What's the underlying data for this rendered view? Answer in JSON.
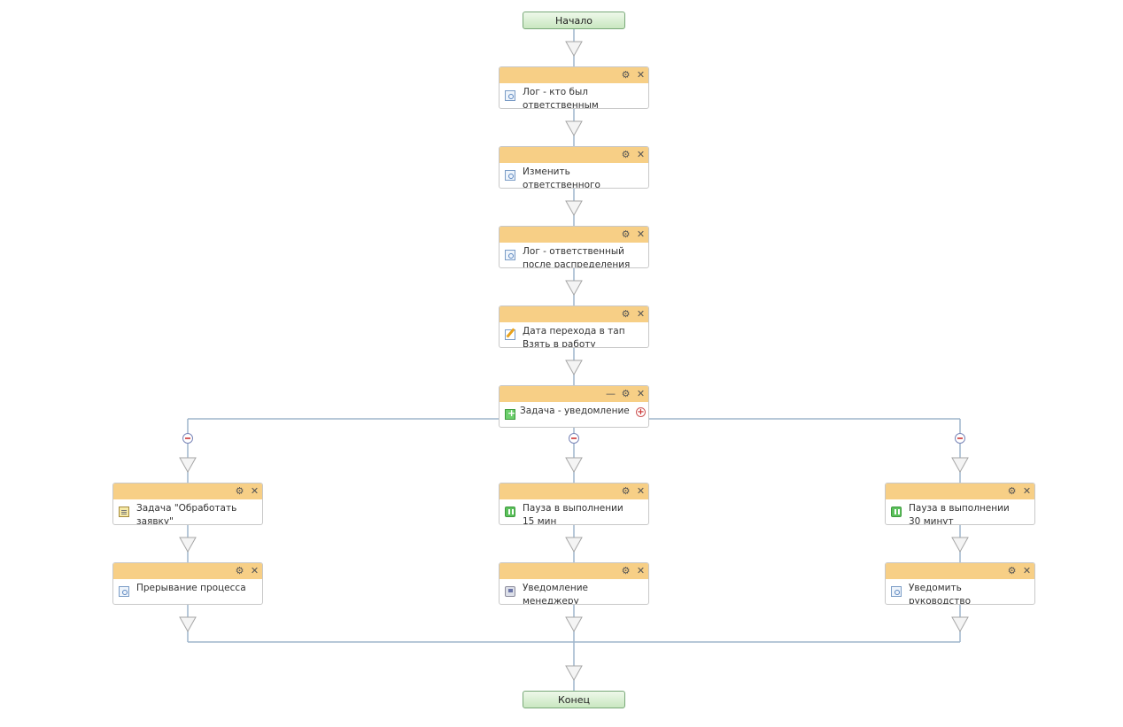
{
  "start_label": "Начало",
  "end_label": "Конец",
  "main_steps": [
    {
      "label": "Лог - кто был ответственным",
      "icon": "script-icon"
    },
    {
      "label": "Изменить ответственного",
      "icon": "script-icon"
    },
    {
      "label": "Лог - ответственный после распределения",
      "icon": "script-icon"
    },
    {
      "label": "Дата перехода в тап Взять в работу",
      "icon": "edit-icon"
    }
  ],
  "parallel": {
    "label": "Задача - уведомление",
    "icon": "parallel-icon"
  },
  "branches": [
    [
      {
        "label": "Задача \"Обработать заявку\"",
        "icon": "task-icon"
      },
      {
        "label": "Прерывание процесса",
        "icon": "script-icon"
      }
    ],
    [
      {
        "label": "Пауза в выполнении 15 мин",
        "icon": "pause-icon"
      },
      {
        "label": "Уведомление менеджеру",
        "icon": "notify-icon"
      }
    ],
    [
      {
        "label": "Пауза в выполнении 30 минут",
        "icon": "pause-icon"
      },
      {
        "label": "Уведомить руководство",
        "icon": "script-icon"
      }
    ]
  ],
  "colors": {
    "block_header": "#f7cf86",
    "connector": "#9fb6cc",
    "terminal_fill": "#c9e7c0",
    "terminal_border": "#78a878"
  }
}
